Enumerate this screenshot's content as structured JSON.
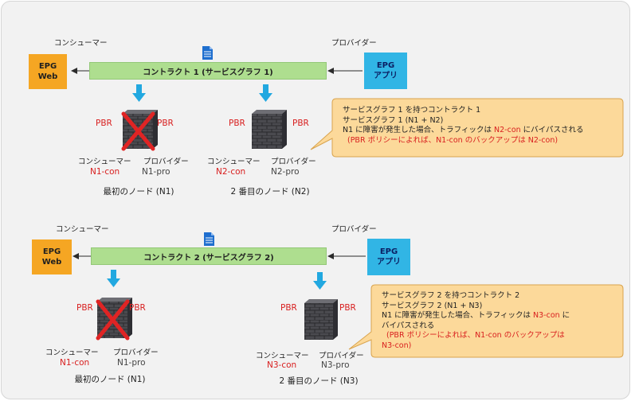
{
  "top": {
    "consumer_label": "コンシューマー",
    "provider_label": "プロバイダー",
    "epg_web": [
      "EPG",
      "Web"
    ],
    "epg_app": [
      "EPG",
      "アプリ"
    ],
    "contract": "コントラクト 1 (サービスグラフ 1)",
    "node1": {
      "pbr_left": "PBR",
      "pbr_right": "PBR",
      "consumer": "コンシューマー",
      "provider": "プロバイダー",
      "conn_consumer": "N1-con",
      "conn_provider": "N1-pro",
      "title": "最初のノード (N1)",
      "failed": true
    },
    "node2": {
      "pbr_left": "PBR",
      "pbr_right": "PBR",
      "consumer": "コンシューマー",
      "provider": "プロバイダー",
      "conn_consumer": "N2-con",
      "conn_provider": "N2-pro",
      "title": "2 番目のノード (N2)",
      "failed": false
    },
    "note": {
      "line1": "サービスグラフ 1 を持つコントラクト 1",
      "line2": "サービスグラフ 1 (N1 + N2)",
      "line3_pre": "N1 に障害が発生した場合、トラフィックは ",
      "line3_red": "N2-con",
      "line3_post": " にバイパスされる",
      "line4": "(PBR ポリシーによれば、N1-con のバックアップは N2-con)"
    }
  },
  "bottom": {
    "consumer_label": "コンシューマー",
    "provider_label": "プロバイダー",
    "epg_web": [
      "EPG",
      "Web"
    ],
    "epg_app": [
      "EPG",
      "アプリ"
    ],
    "contract": "コントラクト 2 (サービスグラフ 2)",
    "node1": {
      "pbr_left": "PBR",
      "pbr_right": "PBR",
      "consumer": "コンシューマー",
      "provider": "プロバイダー",
      "conn_consumer": "N1-con",
      "conn_provider": "N1-pro",
      "title": "最初のノード (N1)",
      "failed": true
    },
    "node3": {
      "pbr_left": "PBR",
      "pbr_right": "PBR",
      "consumer": "コンシューマー",
      "provider": "プロバイダー",
      "conn_consumer": "N3-con",
      "conn_provider": "N3-pro",
      "title": "2 番目のノード (N3)",
      "failed": false
    },
    "note": {
      "line1": "サービスグラフ 2 を持つコントラクト 2",
      "line2": "サービスグラフ 2 (N1 + N3)",
      "line3_pre": "N1 に障害が発生した場合、トラフィックは ",
      "line3_red": "N3-con",
      "line3_post": " に",
      "line4": "バイパスされる",
      "line5": "(PBR ポリシーによれば、N1-con のバックアップは",
      "line6": "N3-con)"
    }
  },
  "colors": {
    "consumer_epg": "#f5a623",
    "provider_epg": "#31b5e5",
    "contract_bar": "#aede8f",
    "note_bg": "#fcd99a",
    "highlight_red": "#d81e1e",
    "arrow_blue": "#22a8e0"
  },
  "icons": [
    "document-icon",
    "firewall-icon",
    "failure-x-icon",
    "down-arrow-icon"
  ]
}
